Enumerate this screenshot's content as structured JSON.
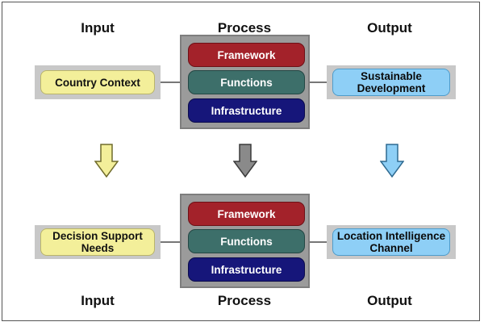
{
  "top": {
    "headings": {
      "input": "Input",
      "process": "Process",
      "output": "Output"
    },
    "input_box": "Country Context",
    "process_bars": {
      "framework": "Framework",
      "functions": "Functions",
      "infrastructure": "Infrastructure"
    },
    "output_box": "Sustainable Development"
  },
  "bottom": {
    "headings": {
      "input": "Input",
      "process": "Process",
      "output": "Output"
    },
    "input_box": "Decision Support Needs",
    "process_bars": {
      "framework": "Framework",
      "functions": "Functions",
      "infrastructure": "Infrastructure"
    },
    "output_box": "Location Intelligence Channel"
  },
  "colors": {
    "input_fill": "#f3ef9a",
    "output_fill": "#8ecff6",
    "framework": "#a3222a",
    "functions": "#3d6f6a",
    "infrastructure": "#16167a",
    "arrow_input": "#f3ef9a",
    "arrow_process": "#8a8a8a",
    "arrow_output": "#8ecff6"
  }
}
